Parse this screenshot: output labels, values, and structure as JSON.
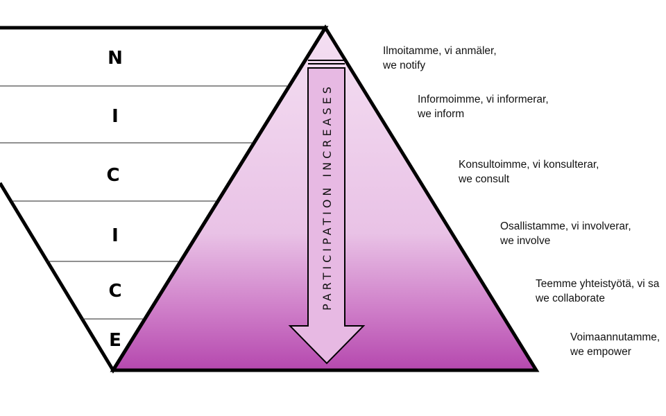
{
  "colors": {
    "pyramid_top": "#f2d9f0",
    "pyramid_mid": "#ecc3e9",
    "pyramid_bottom": "#bb4fb4",
    "arrow_fill": "#e8b9e4",
    "outline": "#000000"
  },
  "funnel": {
    "letters": [
      "N",
      "I",
      "C",
      "I",
      "C",
      "E"
    ]
  },
  "arrow": {
    "label": "PARTICIPATION INCREASES"
  },
  "levels": [
    {
      "line1": "Ilmoitamme, vi anmäler,",
      "line2": "we notify"
    },
    {
      "line1": "Informoimme, vi informerar,",
      "line2": "we inform"
    },
    {
      "line1": "Konsultoimme, vi konsulterar,",
      "line2": "we consult"
    },
    {
      "line1": "Osallistamme, vi involverar,",
      "line2": "we involve"
    },
    {
      "line1": "Teemme yhteistyötä, vi sa",
      "line2": "we collaborate"
    },
    {
      "line1": "Voimaannutamme,",
      "line2": "we empower"
    }
  ]
}
